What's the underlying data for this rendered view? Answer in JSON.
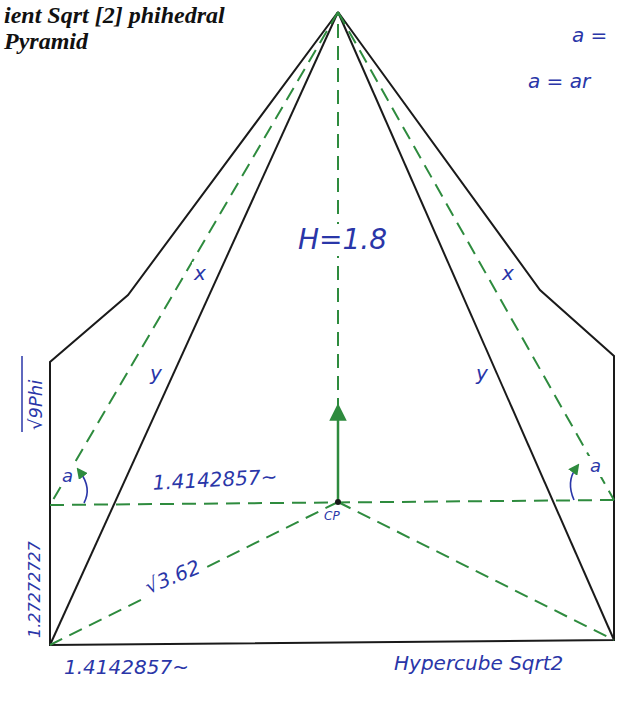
{
  "diagram": {
    "title": "ient Sqrt [2] phihedral Pyramid",
    "labels": [
      "a =",
      "a = ar",
      "H=1.8",
      "x",
      "x",
      "y",
      "y",
      "a",
      "a",
      "√9Phi",
      "1.27272727",
      "1.4142857~",
      "CP",
      "√3.62",
      "1.4142857~",
      "Hypercube Sqrt2"
    ]
  }
}
